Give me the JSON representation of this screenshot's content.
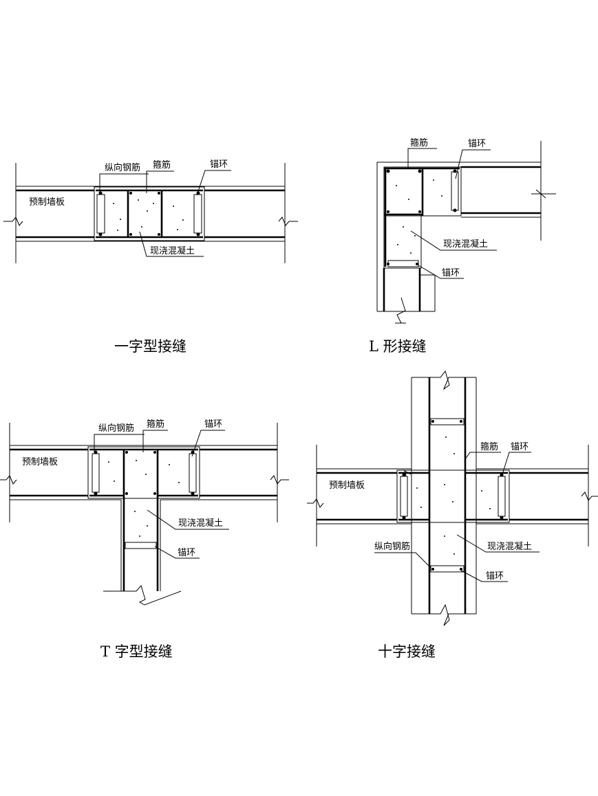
{
  "diagrams": {
    "straight": {
      "title": "一字型接缝",
      "label_panel": "预制墙板",
      "label_longitudinal_rebar": "纵向钢筋",
      "label_stirrup": "箍筋",
      "label_anchor_ring": "锚环",
      "label_cast_concrete": "现浇混凝土"
    },
    "l_shape": {
      "title": "L 形接缝",
      "label_stirrup": "箍筋",
      "label_anchor_ring_top": "锚环",
      "label_cast_concrete": "现浇混凝土",
      "label_anchor_ring_bottom": "锚环"
    },
    "t_shape": {
      "title": "T 字型接缝",
      "label_panel": "预制墙板",
      "label_longitudinal_rebar": "纵向钢筋",
      "label_stirrup": "箍筋",
      "label_anchor_ring_top": "锚环",
      "label_cast_concrete": "现浇混凝土",
      "label_anchor_ring_bottom": "锚环"
    },
    "cross": {
      "title": "十字接缝",
      "label_panel": "预制墙板",
      "label_stirrup": "箍筋",
      "label_anchor_ring_top": "锚环",
      "label_longitudinal_rebar": "纵向钢筋",
      "label_cast_concrete": "现浇混凝土",
      "label_anchor_ring_bottom": "锚环"
    }
  }
}
